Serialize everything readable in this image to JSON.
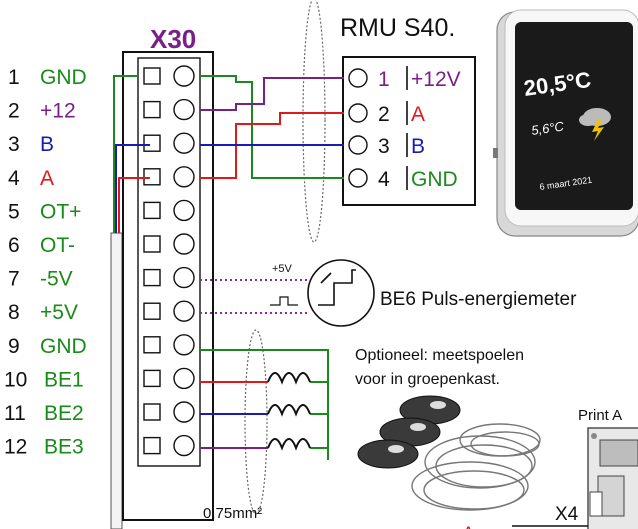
{
  "x30": {
    "title": "X30",
    "pins": [
      {
        "num": "1",
        "name": "GND",
        "color": "#1a8a1a"
      },
      {
        "num": "2",
        "name": "+12",
        "color": "#7a1f86"
      },
      {
        "num": "3",
        "name": "B",
        "color": "#1a1ab4"
      },
      {
        "num": "4",
        "name": "A",
        "color": "#e01a1a"
      },
      {
        "num": "5",
        "name": "OT+",
        "color": "#1a8a1a"
      },
      {
        "num": "6",
        "name": "OT-",
        "color": "#1a8a1a"
      },
      {
        "num": "7",
        "name": "-5V",
        "color": "#1a8a1a"
      },
      {
        "num": "8",
        "name": "+5V",
        "color": "#1a8a1a"
      },
      {
        "num": "9",
        "name": "GND",
        "color": "#1a8a1a"
      },
      {
        "num": "10",
        "name": "BE1",
        "color": "#1a8a1a"
      },
      {
        "num": "11",
        "name": "BE2",
        "color": "#1a8a1a"
      },
      {
        "num": "12",
        "name": "BE3",
        "color": "#1a8a1a"
      }
    ]
  },
  "rmu": {
    "title": "RMU S40.",
    "pins": [
      {
        "num": "1",
        "name": "+12V",
        "color": "#7a1f86"
      },
      {
        "num": "2",
        "name": "A",
        "color": "#e01a1a"
      },
      {
        "num": "3",
        "name": "B",
        "color": "#1a1ab4"
      },
      {
        "num": "4",
        "name": "GND",
        "color": "#1a8a1a"
      }
    ]
  },
  "thermostat": {
    "temp_main": "20,5°C",
    "temp_outside": "5,6°C",
    "date": "6 maart 2021"
  },
  "be6": {
    "label": "BE6 Puls-energiemeter",
    "voltage": "+5V"
  },
  "optional": {
    "line1": "Optioneel: meetspoelen",
    "line2": "voor in groepenkast."
  },
  "cable": "0,75mm²",
  "print_label": "Print A",
  "x4_label": "X4",
  "a_mark": "A",
  "colors": {
    "green": "#1a8a1a",
    "purple": "#7a1f86",
    "blue": "#1a1ab4",
    "red": "#e01a1a",
    "dotted": "#8a2a9a"
  }
}
